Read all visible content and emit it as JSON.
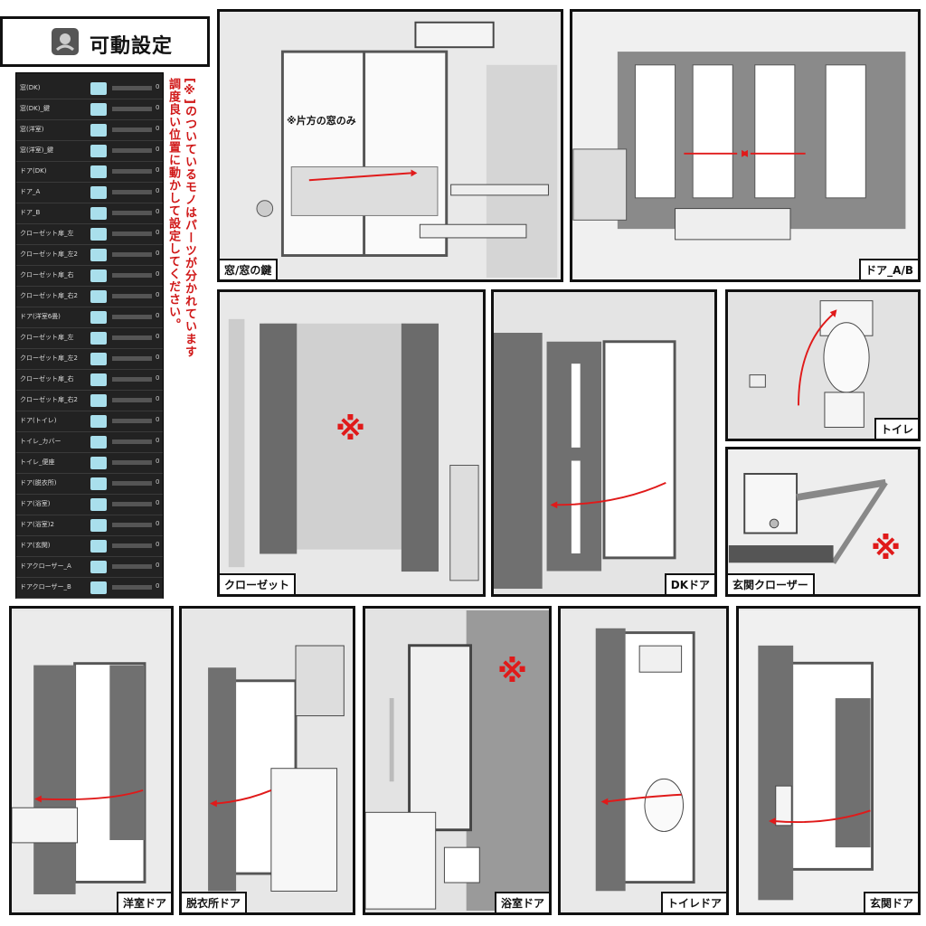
{
  "title": "可動設定",
  "note_line1": "[※]のついているモノはパーツが分かれています",
  "note_line2": "調度良い位置に動かして設定してください。",
  "rows": [
    {
      "label": "窓(DK)",
      "value": "0"
    },
    {
      "label": "窓(DK)_鍵",
      "value": "0"
    },
    {
      "label": "窓(洋室)",
      "value": "0"
    },
    {
      "label": "窓(洋室)_鍵",
      "value": "0"
    },
    {
      "label": "ドア(DK)",
      "value": "0"
    },
    {
      "label": "ドア_A",
      "value": "0"
    },
    {
      "label": "ドア_B",
      "value": "0"
    },
    {
      "label": "クローゼット扉_左",
      "value": "0"
    },
    {
      "label": "クローゼット扉_左2",
      "value": "0"
    },
    {
      "label": "クローゼット扉_右",
      "value": "0"
    },
    {
      "label": "クローゼット扉_右2",
      "value": "0"
    },
    {
      "label": "ドア(洋室6畳)",
      "value": "0"
    },
    {
      "label": "クローゼット扉_左",
      "value": "0"
    },
    {
      "label": "クローゼット扉_左2",
      "value": "0"
    },
    {
      "label": "クローゼット扉_右",
      "value": "0"
    },
    {
      "label": "クローゼット扉_右2",
      "value": "0"
    },
    {
      "label": "ドア(トイレ)",
      "value": "0"
    },
    {
      "label": "トイレ_カバー",
      "value": "0"
    },
    {
      "label": "トイレ_便座",
      "value": "0"
    },
    {
      "label": "ドア(脱衣所)",
      "value": "0"
    },
    {
      "label": "ドア(浴室)",
      "value": "0"
    },
    {
      "label": "ドア(浴室)2",
      "value": "0"
    },
    {
      "label": "ドア(玄関)",
      "value": "0"
    },
    {
      "label": "ドアクローザー_A",
      "value": "0"
    },
    {
      "label": "ドアクローザー_B",
      "value": "0"
    }
  ],
  "scenes": {
    "window": {
      "label": "窓/窓の鍵",
      "note": "※片方の窓のみ"
    },
    "door_ab": {
      "label": "ドア_A/B"
    },
    "closet": {
      "label": "クローゼット",
      "mark": "※"
    },
    "dk_door": {
      "label": "DKドア"
    },
    "toilet": {
      "label": "トイレ"
    },
    "closer": {
      "label": "玄関クローザー",
      "mark": "※"
    },
    "western": {
      "label": "洋室ドア"
    },
    "dressing": {
      "label": "脱衣所ドア"
    },
    "bath": {
      "label": "浴室ドア",
      "mark": "※"
    },
    "toilet_door": {
      "label": "トイレドア"
    },
    "entrance": {
      "label": "玄関ドア"
    }
  },
  "colors": {
    "accent": "#e01a1a",
    "panel": "#222222",
    "button": "#a9dfec"
  }
}
